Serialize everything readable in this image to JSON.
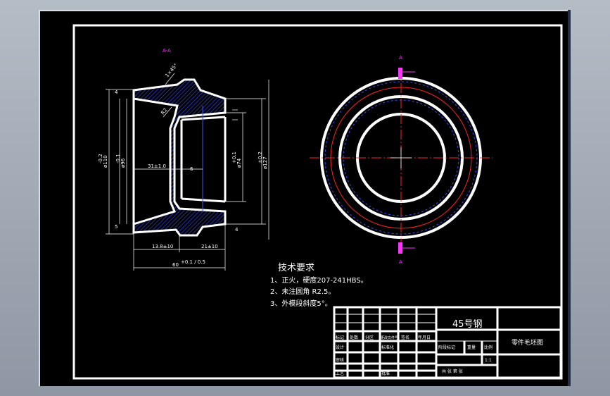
{
  "section_label": "A-A",
  "section_mark_top": "A",
  "section_mark_bottom": "A",
  "dimensions": {
    "d_outer_left": "ø110",
    "d_outer_left_tol": "-0.2",
    "d_left_mid": "ø96",
    "d_left_mid_tol": "-0.1",
    "d_right_inner": "ø74",
    "d_right_inner_tol": "+0.1",
    "d_right_outer": "ø127",
    "d_right_outer_tol": "±0.2",
    "len_31": "31±1.0",
    "len_13": "13.8±10",
    "len_21": "21±10",
    "len_60": "60",
    "len_60_tol": "+0.1 / 0.5",
    "chamfer_1": "1×45°",
    "radius_r2": "R2",
    "small_4_left": "4",
    "small_5_left": "5",
    "small_6": "6",
    "small_4_right": "4"
  },
  "tech": {
    "title": "技术要求",
    "items": [
      "1、正火，硬度207-241HBS。",
      "2、未注圆角 R2.5。",
      "3、外模段斜度5°。"
    ]
  },
  "title_block": {
    "material": "45号钢",
    "drawing_name": "零件毛坯图",
    "row_labels": [
      "标记",
      "处数",
      "分区",
      "更改文件号",
      "签名",
      "年月日"
    ],
    "design": "设计",
    "standardize": "标准化",
    "review": "审核",
    "process": "工艺",
    "approve": "批准",
    "stage_mark": "阶段标记",
    "weight": "重量",
    "scale": "比例",
    "sheets": "共 张 第 张",
    "scale_value": "1:1"
  },
  "colors": {
    "background": "#000000",
    "outline": "#ffffff",
    "centerline": "#ff2222",
    "hatch": "#3a4fff",
    "section_mark": "#ff33ff"
  }
}
